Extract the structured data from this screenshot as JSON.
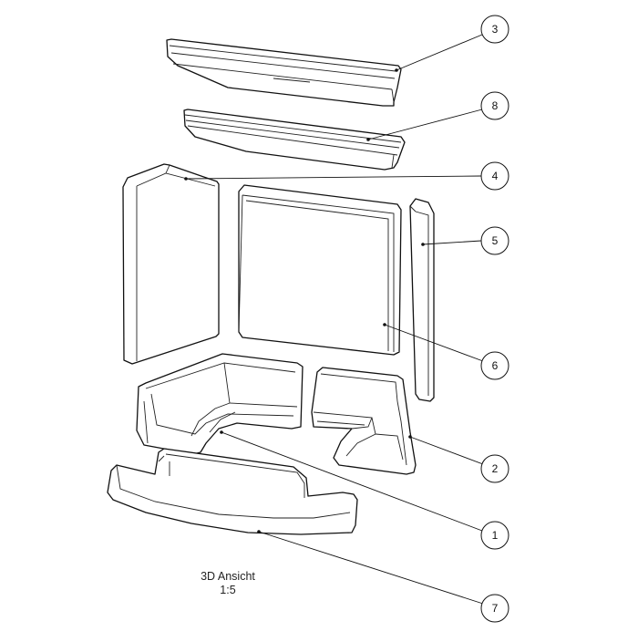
{
  "caption": {
    "title": "3D Ansicht",
    "scale": "1:5"
  },
  "callouts": [
    {
      "id": "3",
      "label": "3"
    },
    {
      "id": "8",
      "label": "8"
    },
    {
      "id": "4",
      "label": "4"
    },
    {
      "id": "5",
      "label": "5"
    },
    {
      "id": "6",
      "label": "6"
    },
    {
      "id": "2",
      "label": "2"
    },
    {
      "id": "1",
      "label": "1"
    },
    {
      "id": "7",
      "label": "7"
    }
  ],
  "colors": {
    "line": "#111111",
    "background": "#ffffff"
  }
}
